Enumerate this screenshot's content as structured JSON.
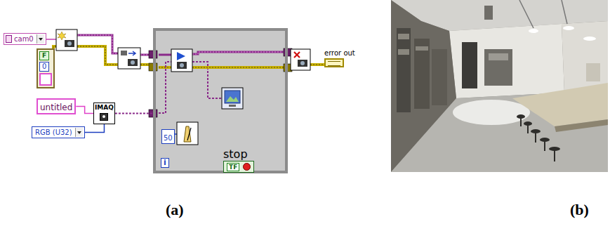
{
  "diagram": {
    "nodes": [
      {
        "text": [
          "cam0"
        ]
      },
      {
        "text": [
          "F",
          "0"
        ]
      },
      {
        "text": [
          "untitled"
        ]
      },
      {
        "text": [
          "IMAQ"
        ]
      },
      {
        "text": [
          "RGB (U32)"
        ]
      },
      {
        "text": [
          "i"
        ]
      },
      {
        "text": [
          "50"
        ],
        "in": 5
      },
      {
        "text": [
          "stop",
          "TF"
        ],
        "in": 5
      },
      {
        "text": [
          "error out"
        ]
      }
    ],
    "edges": [
      {
        "from": 2,
        "to": 3,
        "arrow": "none"
      },
      {
        "from": 4,
        "to": 3,
        "arrow": "none"
      },
      {
        "from": 3,
        "to": 5,
        "arrow": "none"
      }
    ],
    "labels": [
      "(a)",
      "(b)"
    ]
  }
}
